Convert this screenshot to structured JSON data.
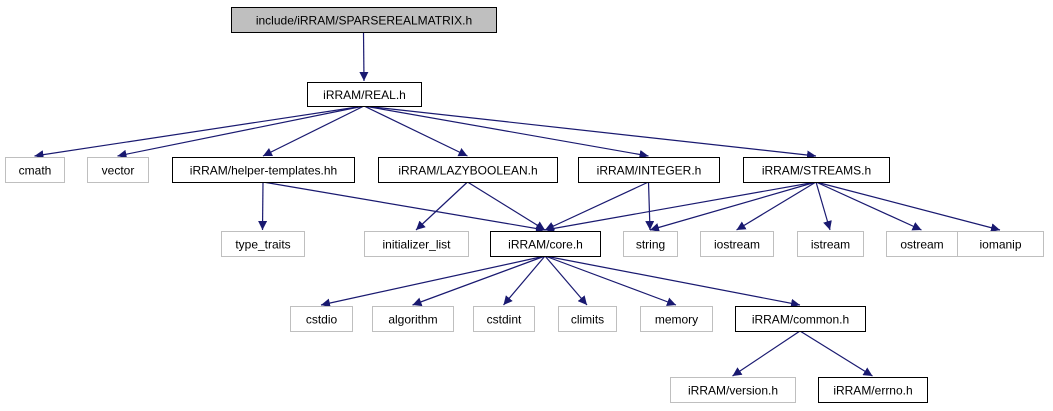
{
  "colors": {
    "edge": "#191970",
    "root_fill": "#bfbfbf",
    "box_fill": "#ffffff",
    "dark_border": "#000000",
    "light_border": "#bfbfbf",
    "text": "#000000"
  },
  "nodes": {
    "root": "include/iRRAM/SPARSEREALMATRIX.h",
    "real": "iRRAM/REAL.h",
    "cmath": "cmath",
    "vector": "vector",
    "helper_templates": "iRRAM/helper-templates.hh",
    "lazyboolean": "iRRAM/LAZYBOOLEAN.h",
    "integer": "iRRAM/INTEGER.h",
    "streams": "iRRAM/STREAMS.h",
    "type_traits": "type_traits",
    "initializer_list": "initializer_list",
    "core": "iRRAM/core.h",
    "string": "string",
    "iostream": "iostream",
    "istream": "istream",
    "ostream": "ostream",
    "iomanip": "iomanip",
    "cstdio": "cstdio",
    "algorithm": "algorithm",
    "cstdint": "cstdint",
    "climits": "climits",
    "memory": "memory",
    "common": "iRRAM/common.h",
    "version": "iRRAM/version.h",
    "errno": "iRRAM/errno.h"
  }
}
